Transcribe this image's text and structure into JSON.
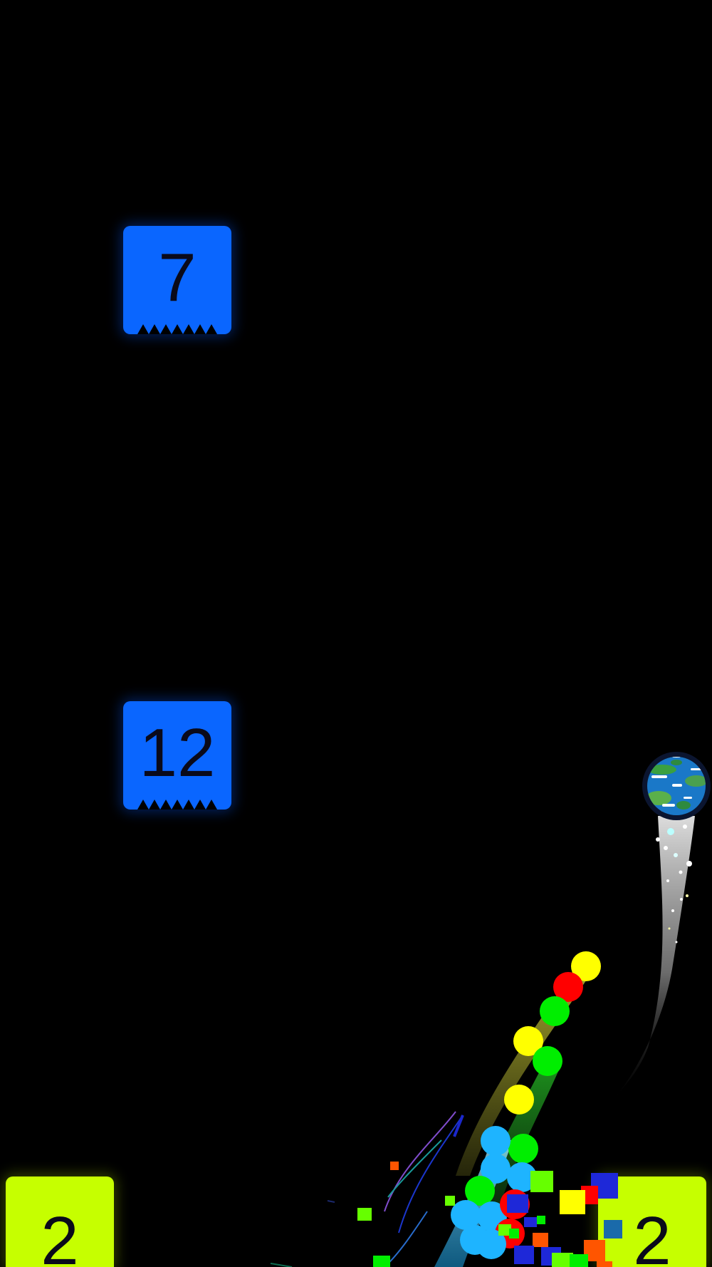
{
  "game": {
    "blocks": [
      {
        "value": "7",
        "kind": "obstacle",
        "color": "#0a66ff"
      },
      {
        "value": "12",
        "kind": "obstacle",
        "color": "#0a66ff"
      },
      {
        "value": "2",
        "kind": "base-left",
        "color": "#c6ff00"
      },
      {
        "value": "2",
        "kind": "base-right",
        "color": "#c6ff00"
      }
    ],
    "player": {
      "icon": "earth-planet-icon",
      "trail_color": "#d8d8d8"
    },
    "projectiles": {
      "colors": [
        "#ffff00",
        "#ff0000",
        "#00ee00",
        "#1eb4ff",
        "#1e28d8",
        "#ff5500",
        "#66ff00"
      ]
    }
  }
}
